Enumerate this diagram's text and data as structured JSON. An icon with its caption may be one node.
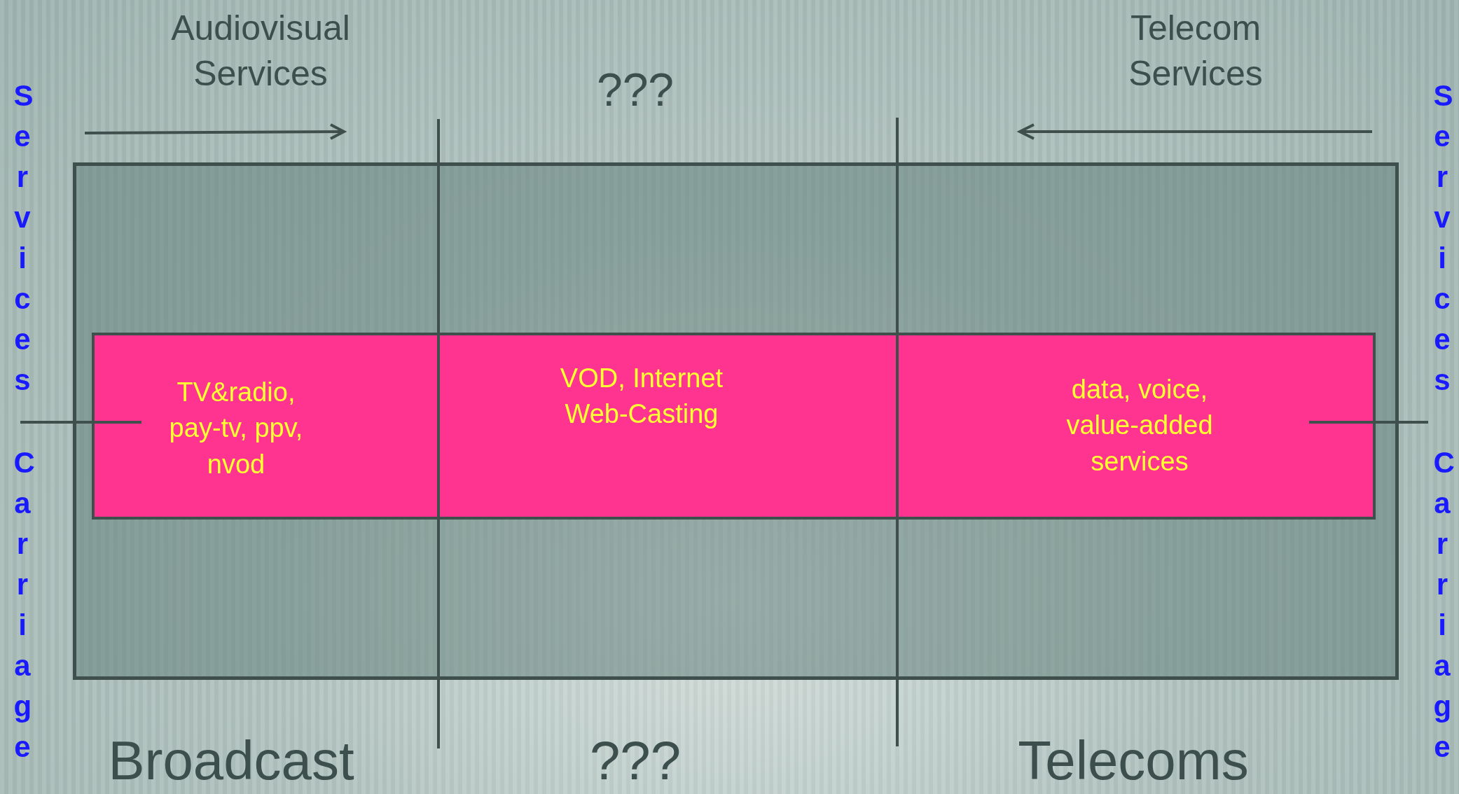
{
  "diagram": {
    "nodes": [
      {
        "text": [],
        "shape": "box"
      },
      {
        "text": [
          "TV&radio, pay-tv, ppv, nvod",
          "VOD, Internet Web-Casting",
          "data, voice, value-added services"
        ],
        "in": 0
      }
    ],
    "edges": [],
    "labels": [
      "Services",
      "Audiovisual Services",
      "???",
      "Telecom Services",
      "Services",
      "Carriage",
      "Carriage",
      "Broadcast",
      "???",
      "Telecoms"
    ]
  }
}
